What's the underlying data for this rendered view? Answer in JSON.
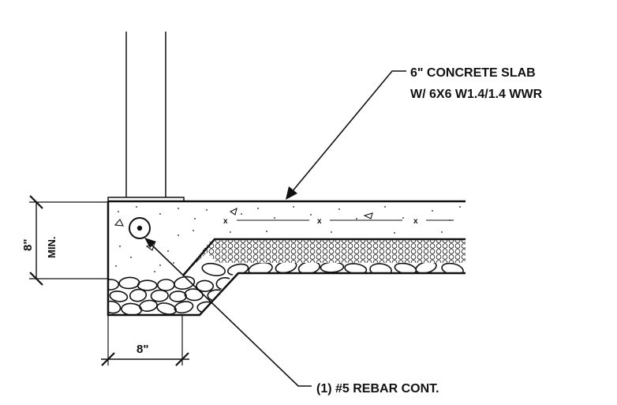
{
  "callouts": {
    "slab_line1": "6\" CONCRETE SLAB",
    "slab_line2": "W/ 6X6 W1.4/1.4 WWR",
    "rebar": "(1) #5 REBAR CONT."
  },
  "dimensions": {
    "thickness_value": "8\"",
    "thickness_note": "MIN.",
    "width_value": "8\""
  },
  "mesh_marks": [
    "x",
    "x",
    "x"
  ],
  "colors": {
    "ink": "#111111",
    "background": "#ffffff"
  }
}
